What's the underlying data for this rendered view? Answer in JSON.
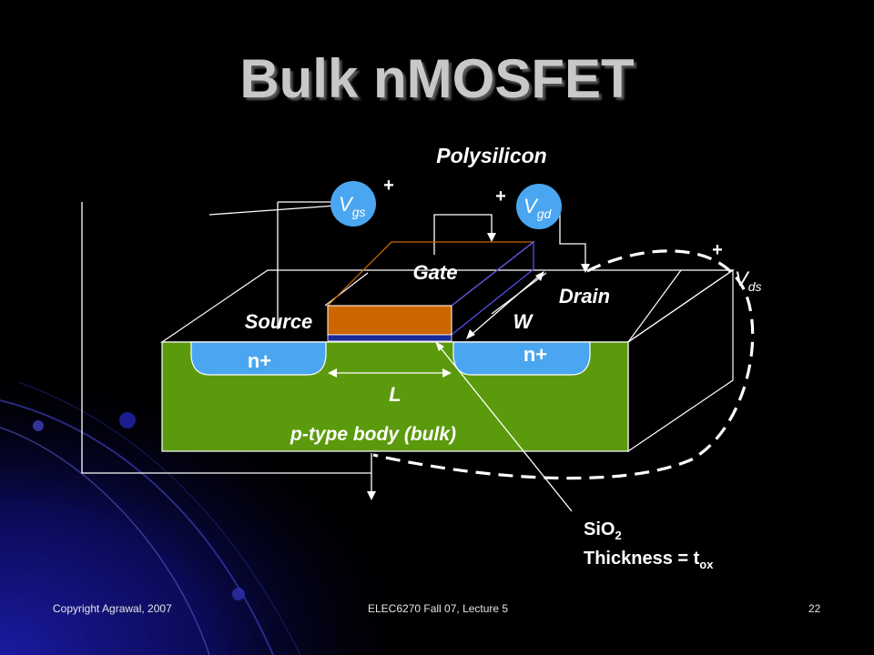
{
  "slide": {
    "title": "Bulk nMOSFET",
    "footer_left": "Copyright Agrawal, 2007",
    "footer_center": "ELEC6270 Fall 07, Lecture 5",
    "page_number": "22"
  },
  "diagram": {
    "polysilicon": "Polysilicon",
    "gate": "Gate",
    "source": "Source",
    "drain": "Drain",
    "width": "W",
    "length": "L",
    "n_plus_left": "n+",
    "n_plus_right": "n+",
    "body": "p-type body (bulk)",
    "vgs_v": "V",
    "vgs_sub": "gs",
    "vgd_v": "V",
    "vgd_sub": "gd",
    "vds_v": "V",
    "vds_sub": "ds",
    "plus": "+",
    "oxide_label": "SiO",
    "oxide_sub": "2",
    "thickness_label": "Thickness = t",
    "thickness_sub": "ox"
  },
  "colors": {
    "background": "#000000",
    "body_green": "#5b9a0c",
    "n_plus_blue": "#4aa6f0",
    "gate_orange": "#cc6600",
    "oxide_blue": "#1a2a9a",
    "circle_blue": "#4aa6f0"
  }
}
